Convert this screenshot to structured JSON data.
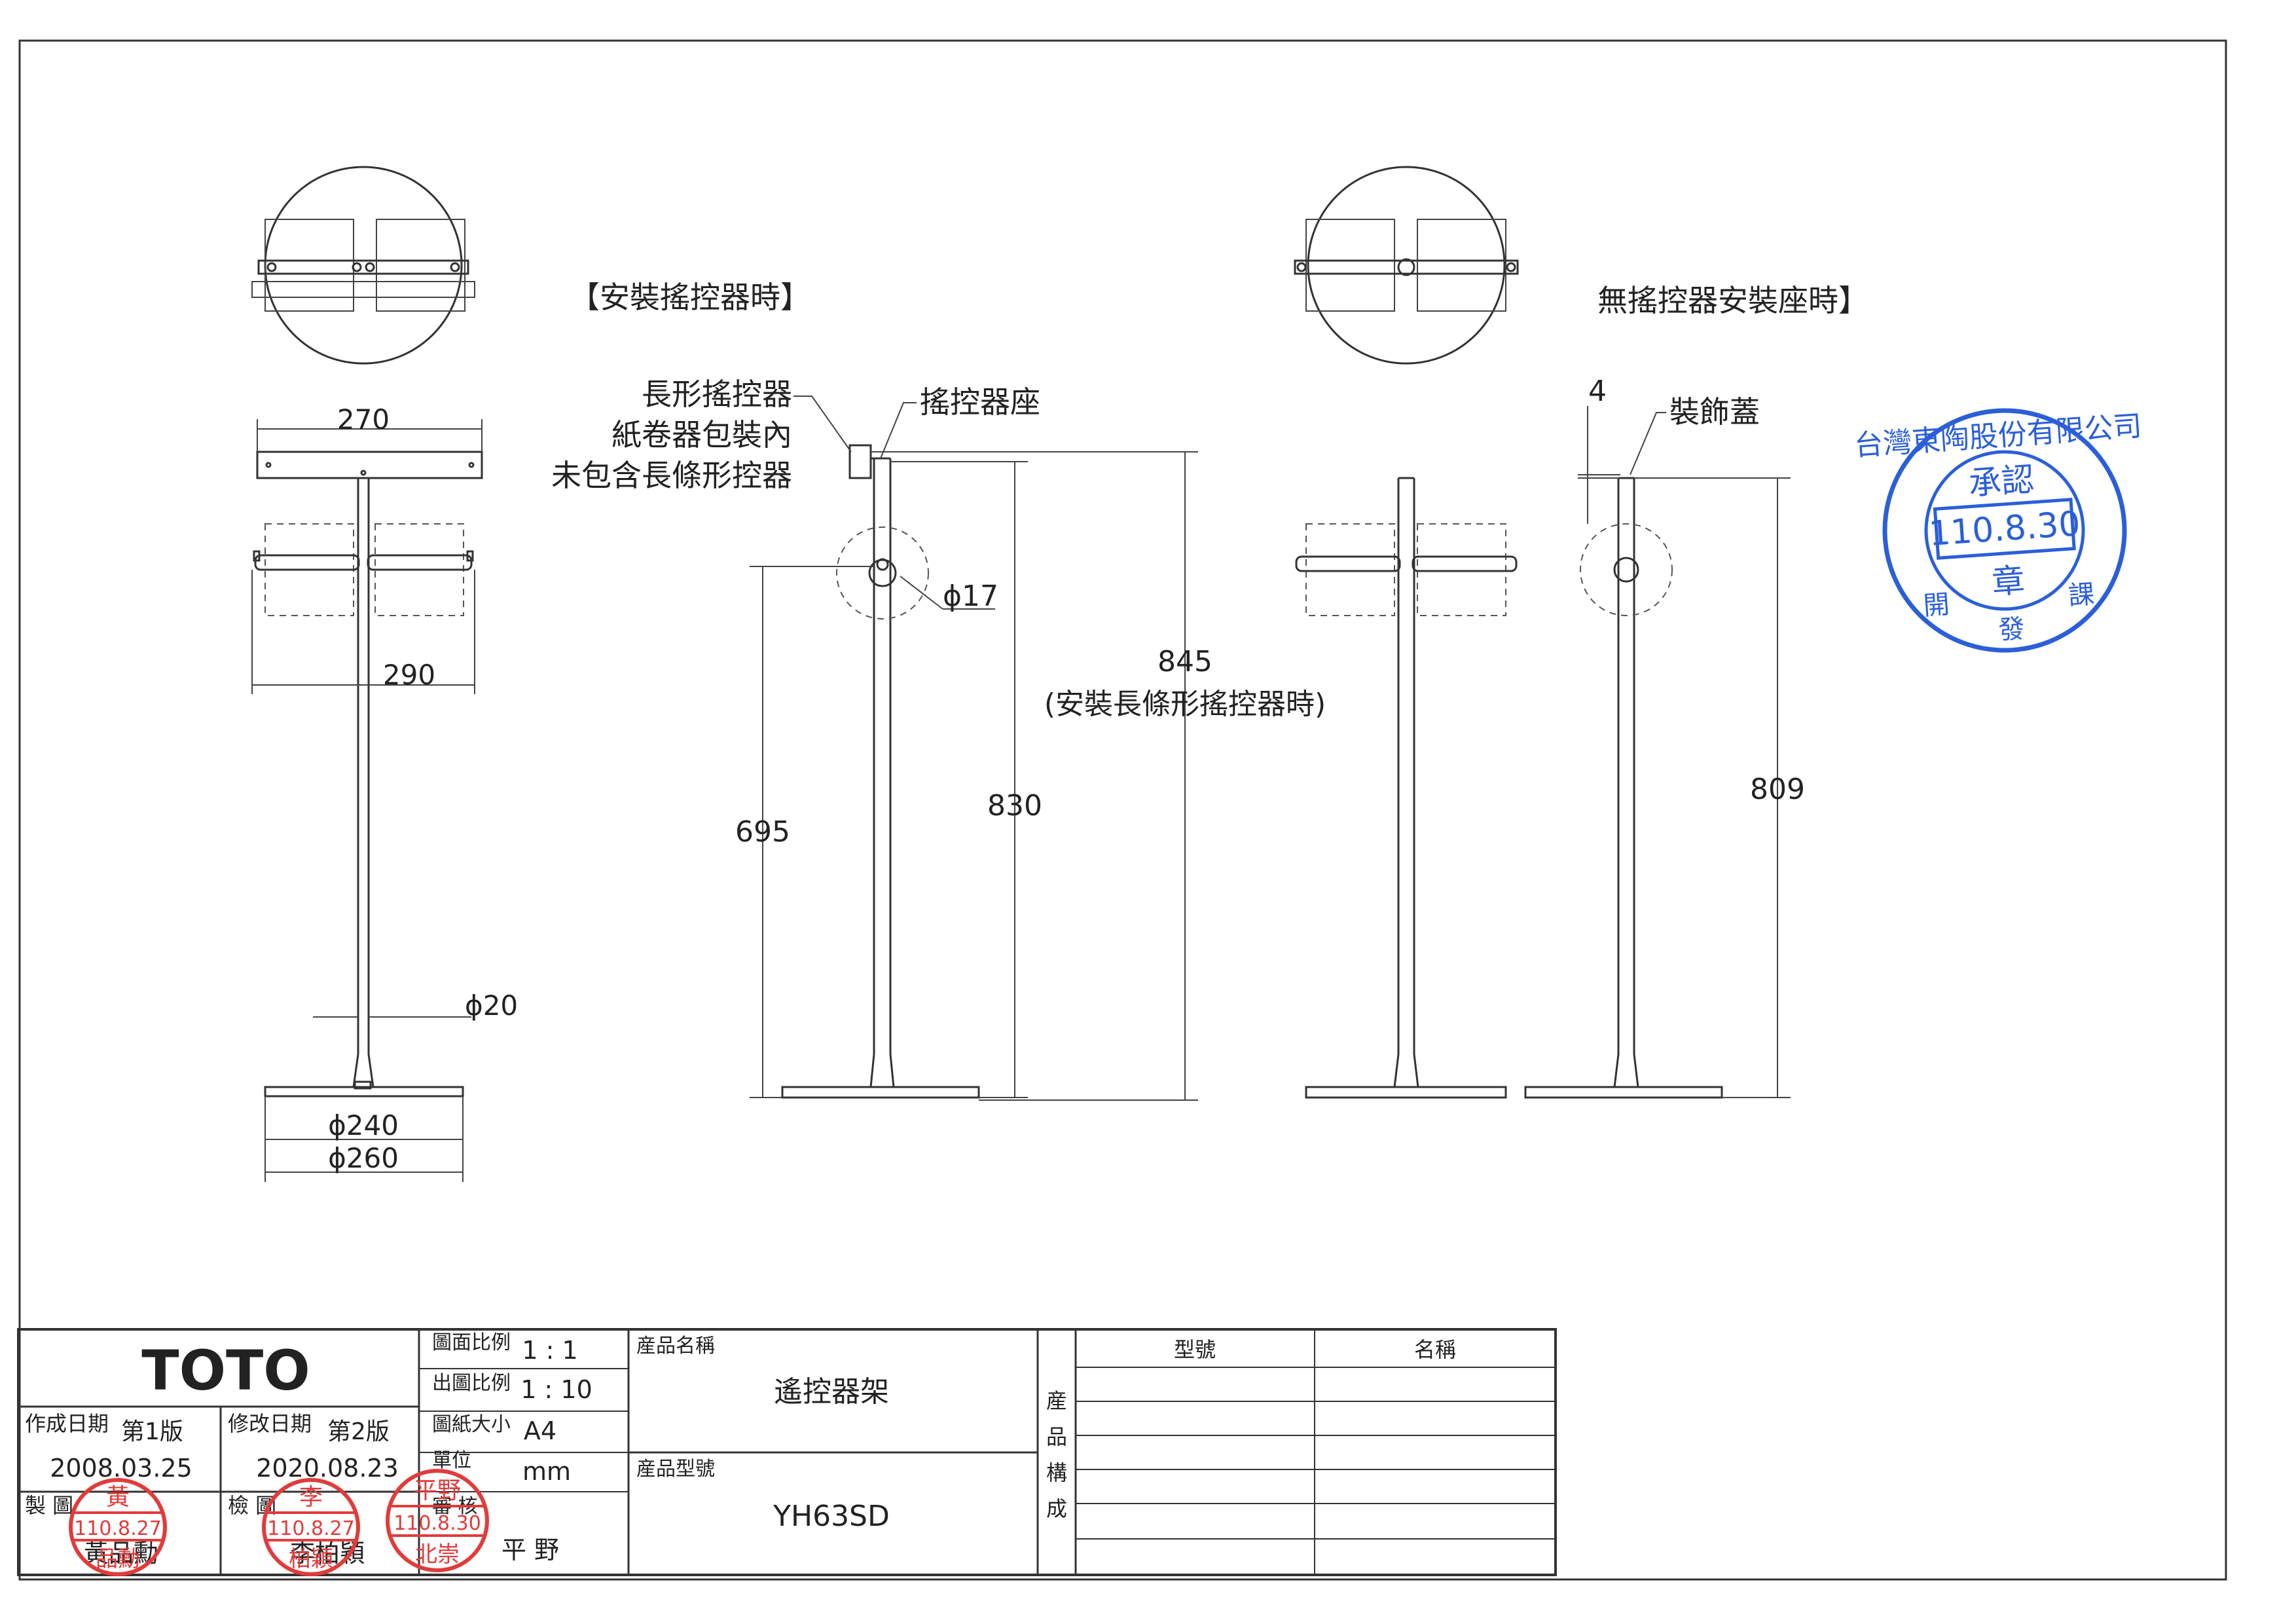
{
  "views": {
    "with_remote_title": "【安裝搖控器時】",
    "without_remote_title": "無搖控器安裝座時】",
    "remote_label": [
      "長形搖控器",
      "紙卷器包裝內",
      "未包含長條形控器"
    ],
    "remote_seat_label": "搖控器座",
    "cap_label": "裝飾蓋"
  },
  "dimensions": {
    "top_width": "270",
    "holder_width": "290",
    "pole_dia": "ϕ20",
    "base_inner": "ϕ240",
    "base_outer": "ϕ260",
    "remote_dia": "ϕ17",
    "h695": "695",
    "h830": "830",
    "h845": "845",
    "h845_note": "(安裝長條形搖控器時)",
    "cap_thickness": "4",
    "h809": "809"
  },
  "stamp": {
    "company": "台灣東陶股份有限公司",
    "approve": "承認",
    "date": "110.8.30",
    "seal": "章",
    "dept_left": "開",
    "dept_mid": "發",
    "dept_right": "課"
  },
  "title_block": {
    "logo": "TOTO",
    "created_label": "作成日期",
    "created_version": "第1版",
    "created_date": "2008.03.25",
    "revised_label": "修改日期",
    "revised_version": "第2版",
    "revised_date": "2020.08.23",
    "drawn_label": "製 圖",
    "drawn_name": "黃品勳",
    "checked_label": "檢 圖",
    "checked_name": "李柏穎",
    "review_label": "審 核",
    "review_name": "平 野",
    "scale_label": "圖面比例",
    "scale_value": "1 : 1",
    "print_scale_label": "出圖比例",
    "print_scale_value": "1 : 10",
    "paper_label": "圖紙大小",
    "paper_value": "A4",
    "unit_label": "單位",
    "unit_value": "mm",
    "product_name_label": "産品名稱",
    "product_name": "遙控器架",
    "product_model_label": "産品型號",
    "product_model": "YH63SD",
    "composition_label": [
      "産",
      "品",
      "構",
      "成"
    ],
    "col_model": "型號",
    "col_name": "名稱",
    "stamp_drawn": {
      "top": "黃",
      "date": "110.8.27",
      "bottom": "品勳"
    },
    "stamp_checked": {
      "top": "李",
      "date": "110.8.27",
      "bottom": "柏穎"
    },
    "stamp_review": {
      "top": "平野",
      "date": "110.8.30",
      "bottom": "北崇"
    }
  }
}
